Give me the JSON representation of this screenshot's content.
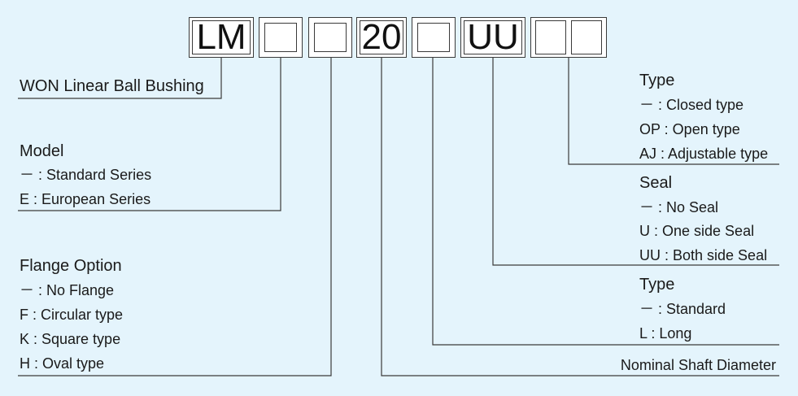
{
  "code": {
    "prefix": "LM",
    "diameter": "20",
    "seal": "UU"
  },
  "left": {
    "brand": "WON Linear Ball Bushing",
    "model": {
      "title": "Model",
      "items": [
        "－ : Standard Series",
        "E : European Series"
      ]
    },
    "flange": {
      "title": "Flange Option",
      "items": [
        "－ : No Flange",
        "F : Circular type",
        "K : Square type",
        "H : Oval type"
      ]
    }
  },
  "right": {
    "type_top": {
      "title": "Type",
      "items": [
        "－ : Closed type",
        "OP : Open type",
        "AJ : Adjustable type"
      ]
    },
    "seal": {
      "title": "Seal",
      "items": [
        "－ : No Seal",
        "U : One side Seal",
        "UU : Both side Seal"
      ]
    },
    "type_length": {
      "title": "Type",
      "items": [
        "－ : Standard",
        "L : Long"
      ]
    },
    "shaft": "Nominal Shaft Diameter"
  }
}
